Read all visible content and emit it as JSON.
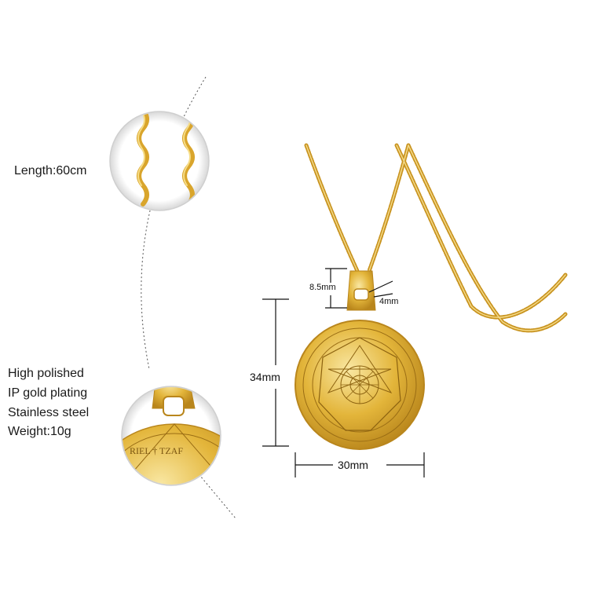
{
  "labels": {
    "length": "Length:60cm",
    "specs": [
      "High polished",
      "IP gold plating",
      "Stainless steel",
      "Weight:10g"
    ]
  },
  "dimensions": {
    "pendant_height": "34mm",
    "pendant_width": "30mm",
    "bail_height": "8.5mm",
    "bail_width": "4mm"
  },
  "detail_text": {
    "inscription": "RIEL † TZAF"
  },
  "colors": {
    "gold": "#e3b53a",
    "gold_dark": "#b9861c",
    "gold_light": "#f7dd8a",
    "line": "#111111"
  }
}
